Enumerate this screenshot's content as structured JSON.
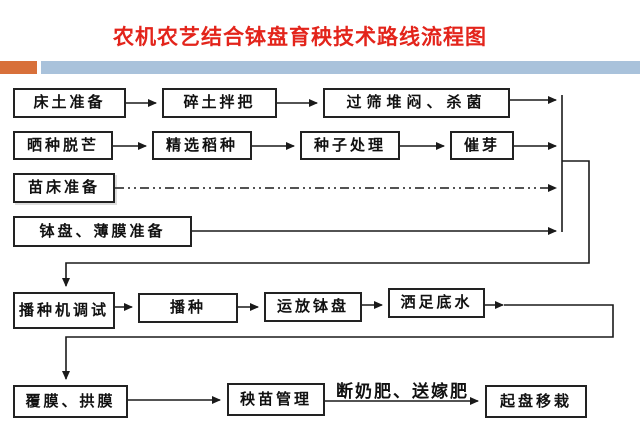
{
  "slide": {
    "title": "农机农艺结合钵盘育秧技术路线流程图",
    "accent_colors": {
      "orange": "#d8703a",
      "blue": "#a9c2db",
      "title_red": "#e3241b"
    }
  },
  "flowchart": {
    "nodes": [
      {
        "id": "bed-soil-prep",
        "label": "床土准备"
      },
      {
        "id": "soil-crushing",
        "label": "碎土拌把"
      },
      {
        "id": "sieving-sterilizing",
        "label": "过筛堆闷、杀菌"
      },
      {
        "id": "seed-drying",
        "label": "晒种脱芒"
      },
      {
        "id": "seed-selection",
        "label": "精选稻种"
      },
      {
        "id": "seed-treatment",
        "label": "种子处理"
      },
      {
        "id": "germination",
        "label": "催芽"
      },
      {
        "id": "seedbed-prep",
        "label": "苗床准备"
      },
      {
        "id": "tray-film-prep",
        "label": "钵盘、薄膜准备"
      },
      {
        "id": "seeder-debugging",
        "label": "播种机调试"
      },
      {
        "id": "sowing",
        "label": "播种"
      },
      {
        "id": "tray-placement",
        "label": "运放钵盘"
      },
      {
        "id": "base-watering",
        "label": "洒足底水"
      },
      {
        "id": "film-covering",
        "label": "覆膜、拱膜"
      },
      {
        "id": "seedling-management",
        "label": "秧苗管理"
      },
      {
        "id": "transplanting",
        "label": "起盘移栽"
      }
    ],
    "edge_labels": [
      {
        "id": "fertilizer-note",
        "label": "断奶肥、送嫁肥"
      }
    ]
  }
}
